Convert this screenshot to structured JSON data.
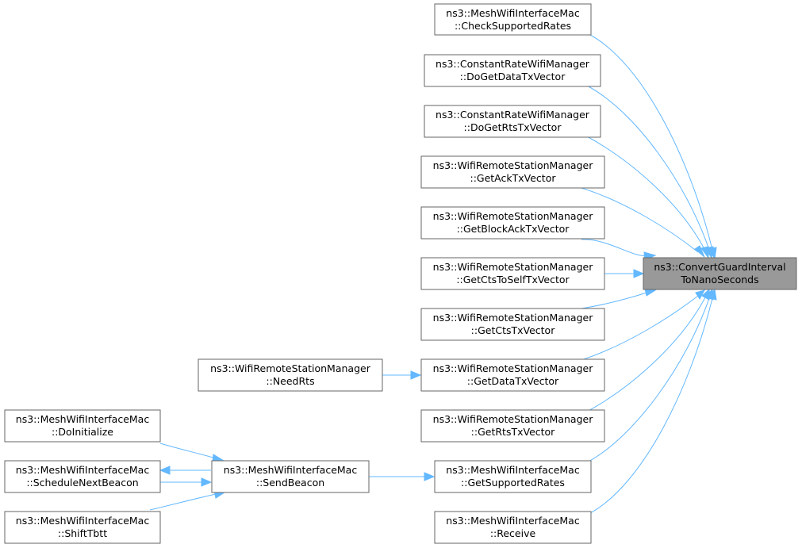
{
  "root": {
    "line1": "ns3::ConvertGuardInterval",
    "line2": "ToNanoSeconds"
  },
  "nodes": [
    {
      "line1": "ns3::MeshWifiInterfaceMac",
      "line2": "::CheckSupportedRates"
    },
    {
      "line1": "ns3::ConstantRateWifiManager",
      "line2": "::DoGetDataTxVector"
    },
    {
      "line1": "ns3::ConstantRateWifiManager",
      "line2": "::DoGetRtsTxVector"
    },
    {
      "line1": "ns3::WifiRemoteStationManager",
      "line2": "::GetAckTxVector"
    },
    {
      "line1": "ns3::WifiRemoteStationManager",
      "line2": "::GetBlockAckTxVector"
    },
    {
      "line1": "ns3::WifiRemoteStationManager",
      "line2": "::GetCtsToSelfTxVector"
    },
    {
      "line1": "ns3::WifiRemoteStationManager",
      "line2": "::GetCtsTxVector"
    },
    {
      "line1": "ns3::WifiRemoteStationManager",
      "line2": "::GetDataTxVector"
    },
    {
      "line1": "ns3::WifiRemoteStationManager",
      "line2": "::GetRtsTxVector"
    },
    {
      "line1": "ns3::MeshWifiInterfaceMac",
      "line2": "::GetSupportedRates"
    },
    {
      "line1": "ns3::MeshWifiInterfaceMac",
      "line2": "::Receive"
    },
    {
      "line1": "ns3::WifiRemoteStationManager",
      "line2": "::NeedRts"
    },
    {
      "line1": "ns3::MeshWifiInterfaceMac",
      "line2": "::SendBeacon"
    },
    {
      "line1": "ns3::MeshWifiInterfaceMac",
      "line2": "::DoInitialize"
    },
    {
      "line1": "ns3::MeshWifiInterfaceMac",
      "line2": "::ScheduleNextBeacon"
    },
    {
      "line1": "ns3::MeshWifiInterfaceMac",
      "line2": "::ShiftTbtt"
    }
  ],
  "colors": {
    "edge": "#63b8ff",
    "root_fill": "#999999",
    "node_border": "#666666"
  }
}
